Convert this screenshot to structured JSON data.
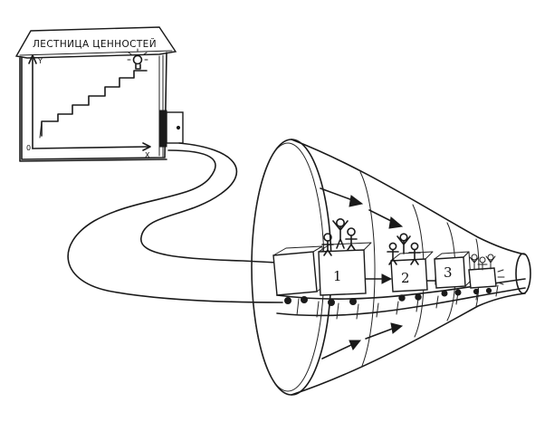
{
  "house": {
    "sign": "ЛЕСТНИЦА ЦЕННОСТЕЙ",
    "axis_y": "Y",
    "axis_x": "X",
    "origin": "0"
  },
  "train": {
    "cars": [
      {
        "number": "1"
      },
      {
        "number": "2"
      },
      {
        "number": "3"
      }
    ]
  }
}
